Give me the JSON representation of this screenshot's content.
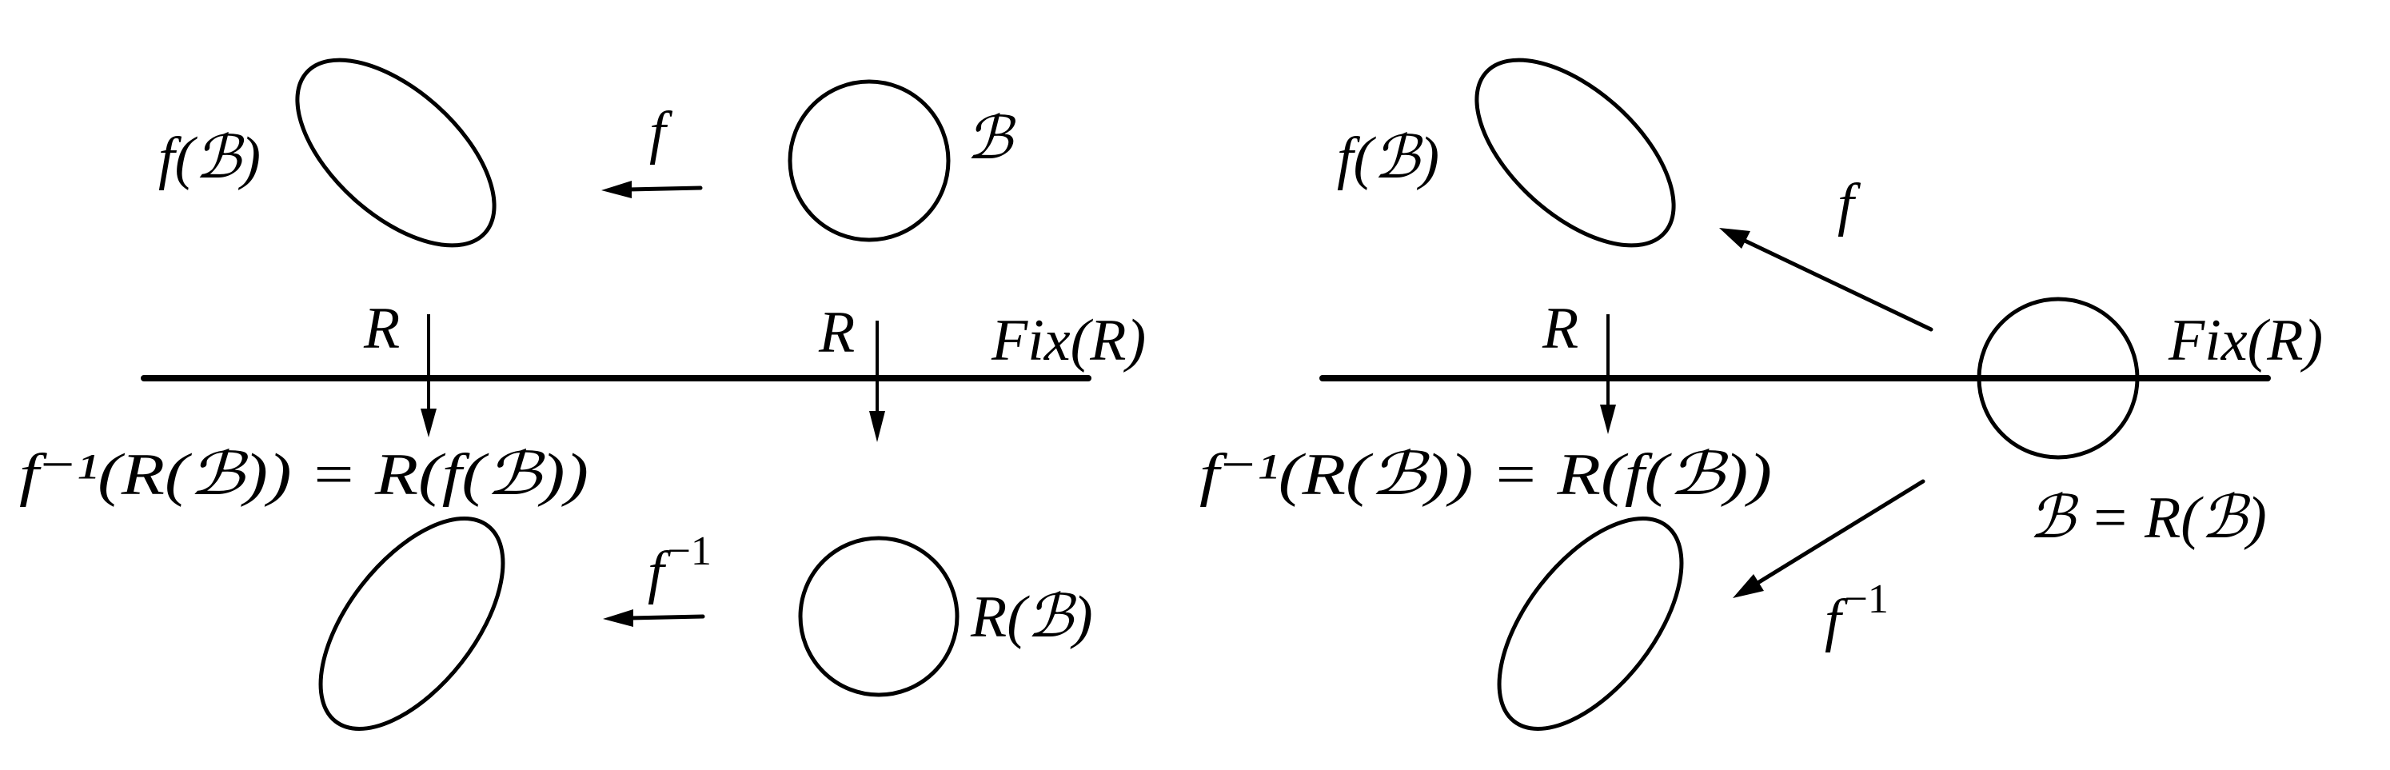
{
  "figure": {
    "panels": [
      {
        "id": "left",
        "labels": {
          "f_of_B": "f(ℬ)",
          "B": "ℬ",
          "f": "f",
          "R_left": "R",
          "R_right": "R",
          "fix": "Fix(R)",
          "equation": "f⁻¹(R(ℬ)) = R(f(ℬ))",
          "f_inv": "f",
          "f_inv_exp": "−1",
          "R_of_B": "R(ℬ)"
        }
      },
      {
        "id": "right",
        "labels": {
          "f_of_B": "f(ℬ)",
          "f": "f",
          "R_left": "R",
          "fix": "Fix(R)",
          "equation": "f⁻¹(R(ℬ)) = R(f(ℬ))",
          "f_inv": "f",
          "f_inv_exp": "−1",
          "B_eq_RB": "ℬ = R(ℬ)"
        }
      }
    ],
    "colors": {
      "ink": "#000000",
      "background": "#ffffff"
    }
  }
}
